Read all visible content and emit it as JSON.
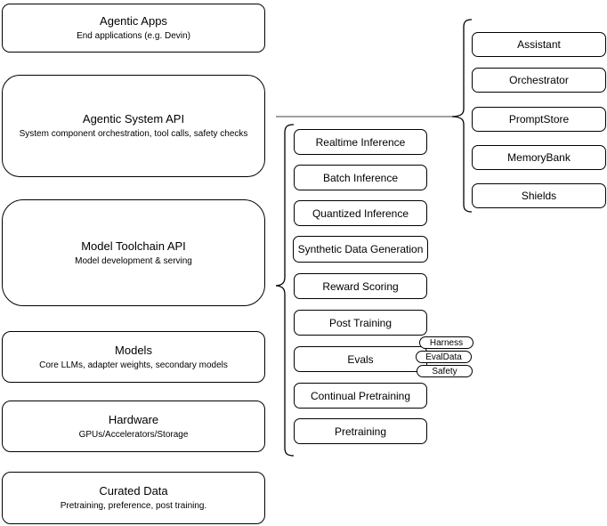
{
  "diagram": {
    "left_stack": [
      {
        "title": "Agentic Apps",
        "subtitle": "End applications (e.g. Devin)"
      },
      {
        "title": "Agentic System API",
        "subtitle": "System component orchestration, tool calls, safety checks"
      },
      {
        "title": "Model Toolchain API",
        "subtitle": "Model development & serving"
      },
      {
        "title": "Models",
        "subtitle": "Core LLMs, adapter weights, secondary models"
      },
      {
        "title": "Hardware",
        "subtitle": "GPUs/Accelerators/Storage"
      },
      {
        "title": "Curated Data",
        "subtitle": "Pretraining, preference, post training."
      }
    ],
    "toolchain_group": {
      "items": [
        {
          "label": "Realtime Inference"
        },
        {
          "label": "Batch Inference"
        },
        {
          "label": "Quantized Inference"
        },
        {
          "label": "Synthetic Data Generation"
        },
        {
          "label": "Reward Scoring"
        },
        {
          "label": "Post Training"
        },
        {
          "label": "Evals"
        },
        {
          "label": "Continual Pretraining"
        },
        {
          "label": "Pretraining"
        }
      ]
    },
    "eval_tags": [
      {
        "label": "Harness"
      },
      {
        "label": "EvalData"
      },
      {
        "label": "Safety"
      }
    ],
    "system_group": {
      "items": [
        {
          "label": "Assistant"
        },
        {
          "label": "Orchestrator"
        },
        {
          "label": "PromptStore"
        },
        {
          "label": "MemoryBank"
        },
        {
          "label": "Shields"
        }
      ]
    },
    "colors": {
      "stroke": "#000000",
      "background": "#ffffff",
      "connector": "#808080"
    }
  }
}
